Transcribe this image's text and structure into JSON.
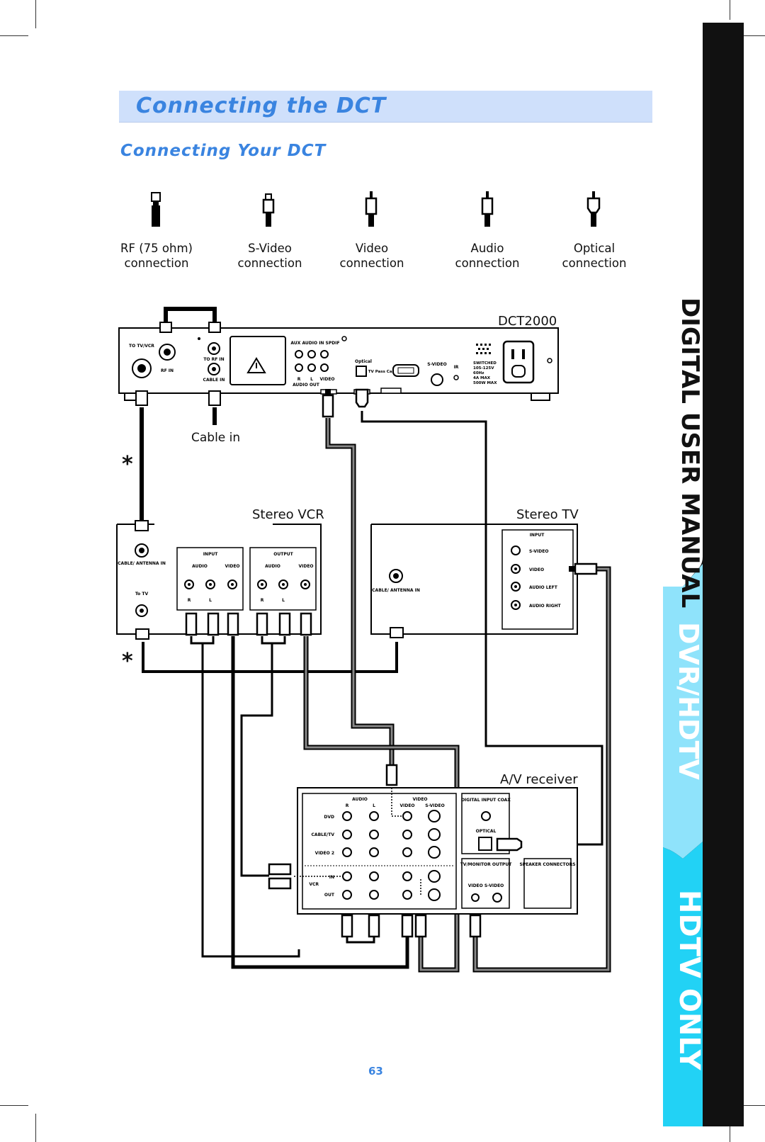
{
  "header": {
    "title": "Connecting the DCT",
    "subtitle": "Connecting Your DCT"
  },
  "connection_types": [
    {
      "line1": "RF (75 ohm)",
      "line2": "connection"
    },
    {
      "line1": "S-Video",
      "line2": "connection"
    },
    {
      "line1": "Video",
      "line2": "connection"
    },
    {
      "line1": "Audio",
      "line2": "connection"
    },
    {
      "line1": "Optical",
      "line2": "connection"
    }
  ],
  "diagram": {
    "dct_label": "DCT2000",
    "cable_in": "Cable in",
    "vcr_label": "Stereo VCR",
    "tv_label": "Stereo TV",
    "receiver_label": "A/V receiver",
    "asterisk": "*",
    "dct_panel": {
      "to_tvvcr": "TO TV/VCR",
      "rf_in": "RF IN",
      "to_rf_in": "TO RF IN",
      "cable_in_port": "CABLE IN",
      "aux_audio": "AUX AUDIO IN  SPDIF",
      "r": "R",
      "l": "L",
      "video": "VIDEO",
      "audio_out": "AUDIO OUT",
      "optical": "Optical",
      "tv_pass_card": "TV Pass Card",
      "svideo": "S-VIDEO",
      "ir": "IR",
      "power_spec": [
        "SWITCHED",
        "105-125V",
        "60Hz",
        "4A MAX",
        "500W MAX"
      ]
    },
    "vcr_panel": {
      "cable_antenna_in": "CABLE/ ANTENNA IN",
      "to_tv": "To TV",
      "input": "INPUT",
      "output": "OUTPUT",
      "audio": "AUDIO",
      "video": "VIDEO",
      "r": "R",
      "l": "L"
    },
    "tv_panel": {
      "cable_antenna_in": "CABLE/ ANTENNA IN",
      "input": "INPUT",
      "jacks": [
        "S-VIDEO",
        "VIDEO",
        "AUDIO LEFT",
        "AUDIO RIGHT"
      ]
    },
    "receiver_panel": {
      "audio": "AUDIO",
      "video": "VIDEO",
      "r": "R",
      "l": "L",
      "video_col": "VIDEO",
      "svideo_col": "S-VIDEO",
      "rows": [
        "DVD",
        "CABLE/TV",
        "VIDEO 2"
      ],
      "vcr": "VCR",
      "in": "IN",
      "out": "OUT",
      "digital_input_coax": "DIGITAL INPUT COAX",
      "optical": "OPTICAL",
      "tv_monitor_output": "TV/MONITOR OUTPUT",
      "speaker_connectors": "SPEAKER CONNECTORS",
      "video_svideo": "VIDEO  S-VIDEO"
    }
  },
  "side_tabs": {
    "digital_user_manual": "DIGITAL USER MANUAL",
    "dvr_hdtv": "DVR/HDTV",
    "hdtv_only": "HDTV ONLY"
  },
  "page_number": "63",
  "colors": {
    "title_blue": "#3a84e0",
    "title_band": "#cfe0fb",
    "tab_black": "#111111",
    "tab_light_blue": "#8fe3fb",
    "tab_cyan": "#22d2f5"
  }
}
